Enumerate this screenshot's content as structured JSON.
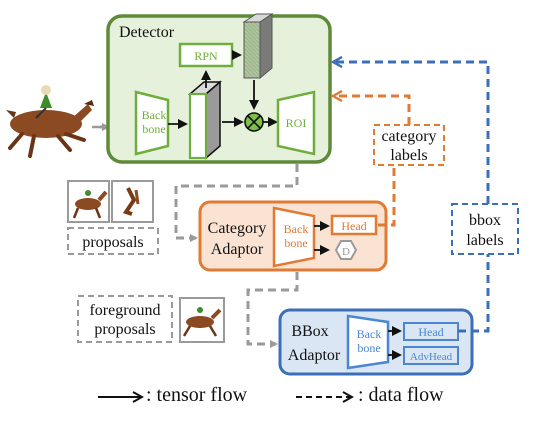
{
  "detector": {
    "title": "Detector",
    "rpn_label": "RPN",
    "backbone_line1": "Back",
    "backbone_line2": "bone",
    "roi_label": "ROI",
    "merge_symbol": "⊗"
  },
  "category_adaptor": {
    "title_line1": "Category",
    "title_line2": "Adaptor",
    "backbone_line1": "Back",
    "backbone_line2": "bone",
    "head_label": "Head",
    "discriminator_label": "D"
  },
  "bbox_adaptor": {
    "title_line1": "BBox",
    "title_line2": "Adaptor",
    "backbone_line1": "Back",
    "backbone_line2": "bone",
    "head_label": "Head",
    "advhead_label": "AdvHead"
  },
  "inputs": {
    "proposals_label": "proposals",
    "foreground_line1": "foreground",
    "foreground_line2": "proposals"
  },
  "labels": {
    "category_line1": "category",
    "category_line2": "labels",
    "bbox_line1": "bbox",
    "bbox_line2": "labels"
  },
  "legend": {
    "tensor_flow": ": tensor flow",
    "data_flow": ": data flow"
  },
  "colors": {
    "green_border": "#5e8a3a",
    "green_fill": "#e6f1dc",
    "green_text": "#6fae3c",
    "orange_border": "#e07a34",
    "orange_fill": "#fbe3d3",
    "blue_border": "#3b6fb8",
    "blue_fill": "#dbe6f5",
    "blue_text": "#4a86d2",
    "gray": "#9a9a9a"
  },
  "icons": [
    "horse-rider-icon",
    "horse-thumbnail-icon",
    "tensor-multiply-icon",
    "arrow-icon"
  ]
}
